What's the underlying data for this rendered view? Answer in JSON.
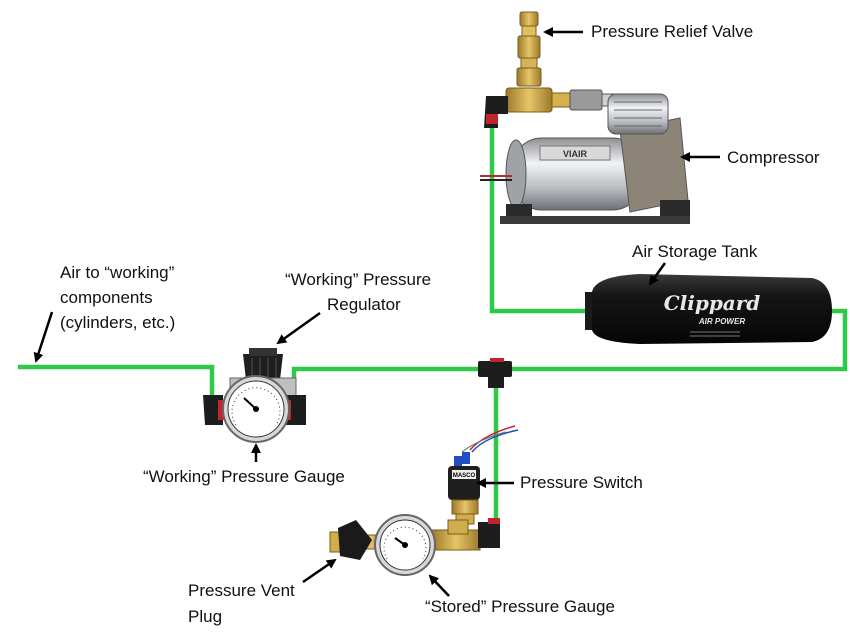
{
  "labels": {
    "relief_valve": "Pressure Relief Valve",
    "compressor": "Compressor",
    "storage_tank": "Air Storage Tank",
    "air_out_line1": "Air to “working”",
    "air_out_line2": "components",
    "air_out_line3": "(cylinders, etc.)",
    "regulator_line1": "“Working” Pressure",
    "regulator_line2": "Regulator",
    "working_gauge": "“Working” Pressure Gauge",
    "pressure_switch": "Pressure Switch",
    "vent_plug_line1": "Pressure Vent",
    "vent_plug_line2": "Plug",
    "stored_gauge": "“Stored” Pressure Gauge"
  },
  "tank_brand": {
    "name": "Clippard",
    "tagline": "AIR POWER"
  },
  "compressor_brand": "VIAIR",
  "switch_brand": "MASCO",
  "colors": {
    "air_line": "#2fc94a",
    "brass": "#c9a24a",
    "fitting_black": "#1d1d1d",
    "tank_body": "#1a1a1a",
    "arrow": "#000000"
  }
}
